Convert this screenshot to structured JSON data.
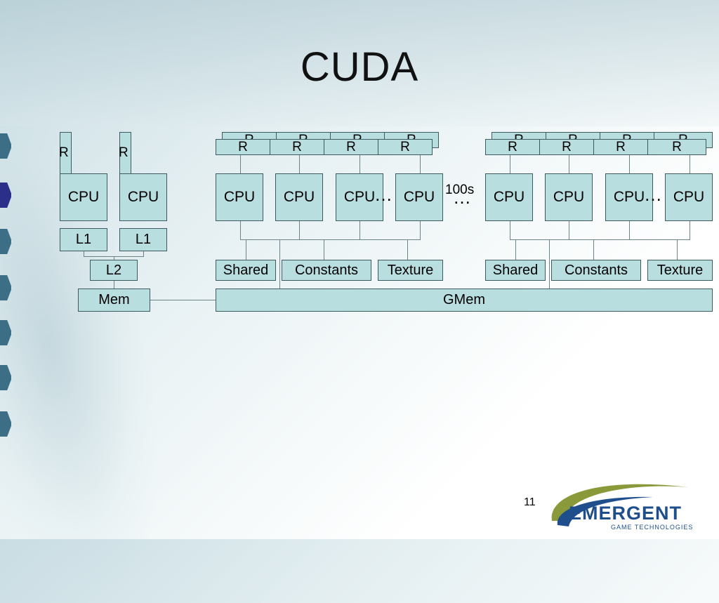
{
  "slide": {
    "title": "CUDA",
    "page_number": "11"
  },
  "diagram": {
    "register_label": "R",
    "cpu_label": "CPU",
    "l1_label": "L1",
    "l2_label": "L2",
    "mem_label": "Mem",
    "gmem_label": "GMem",
    "shared_label": "Shared",
    "constants_label": "Constants",
    "texture_label": "Texture",
    "ellipsis": "…",
    "multiplier_label": "100s"
  },
  "logo": {
    "name": "EMERGENT",
    "tagline": "GAME TECHNOLOGIES"
  },
  "colors": {
    "box_fill": "#b9dee0",
    "box_border": "#3c5a60",
    "logo_blue": "#1e4f8c",
    "logo_olive": "#8a9a3b"
  }
}
